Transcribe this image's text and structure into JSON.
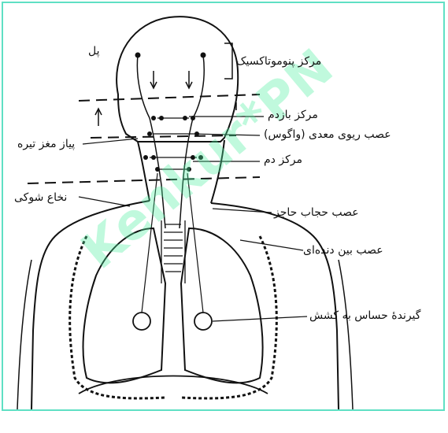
{
  "labels": {
    "pons": "پل",
    "pneumotaxic_center": "مرکز پنوموتاکسیک",
    "expiratory_center": "مرکز بازدم",
    "vagus_nerve": "عصب ریوی معدی (واگوس)",
    "inspiratory_center": "مرکز دم",
    "medulla": "پیاز مغز تیره",
    "spinal_cord": "نخاع شوکی",
    "phrenic_nerve": "عصب حجاب حاجز",
    "intercostal_nerve": "عصب بین دنده‌ای",
    "stretch_receptor": "گیرندهٔ حساس به کشش"
  },
  "watermark": {
    "text": "Kenkur*PN",
    "color": "#4ef0a0"
  },
  "colors": {
    "frame": "#5fe0c4",
    "ink": "#111111"
  }
}
